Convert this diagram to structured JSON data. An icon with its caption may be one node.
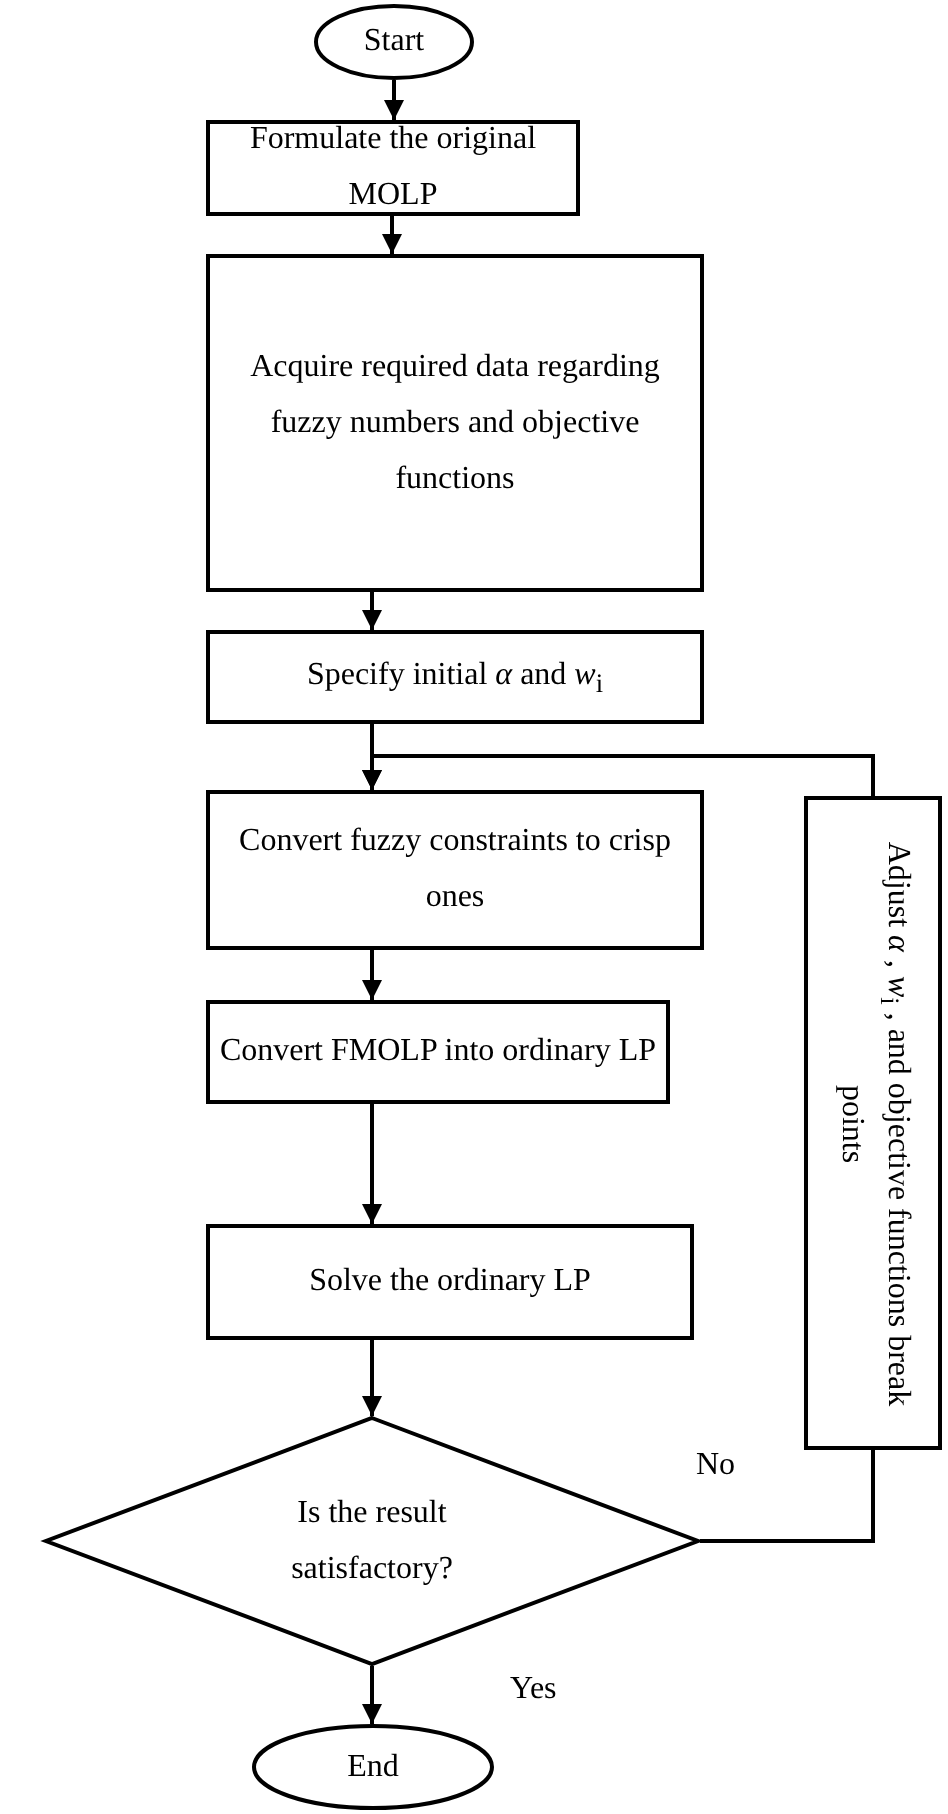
{
  "diagram": {
    "nodes": [
      {
        "text": [
          "Start"
        ]
      },
      {
        "text": [
          "Formulate the original MOLP"
        ]
      },
      {
        "text": [
          "Acquire required data regarding fuzzy numbers and objective functions"
        ]
      },
      {
        "text": [
          "Specify initial *α* and *w*$_{i}$"
        ]
      },
      {
        "text": [
          "Convert fuzzy constraints to crisp ones"
        ]
      },
      {
        "text": [
          "Convert FMOLP into ordinary LP"
        ]
      },
      {
        "text": [
          "Solve the ordinary LP"
        ]
      },
      {
        "text": [
          "Is the result satisfactory?"
        ]
      },
      {
        "text": [
          "End"
        ]
      },
      {
        "text": [
          "Adjust *α* , *w*$_{i}$ , and objective functions break points"
        ]
      }
    ],
    "edges": [
      {
        "from": 0,
        "to": 1,
        "arrow": "to"
      },
      {
        "from": 1,
        "to": 2,
        "arrow": "to"
      },
      {
        "from": 2,
        "to": 3,
        "arrow": "to"
      },
      {
        "from": 3,
        "to": 4,
        "arrow": "to"
      },
      {
        "from": 4,
        "to": 5,
        "arrow": "to"
      },
      {
        "from": 5,
        "to": 6,
        "arrow": "to"
      },
      {
        "from": 6,
        "to": 7,
        "arrow": "to"
      },
      {
        "from": 7,
        "to": 8,
        "arrow": "to",
        "label": "Yes"
      },
      {
        "from": 7,
        "to": 9,
        "arrow": "none",
        "label": "No"
      },
      {
        "from": 9,
        "to": 4,
        "arrow": "to"
      }
    ]
  }
}
